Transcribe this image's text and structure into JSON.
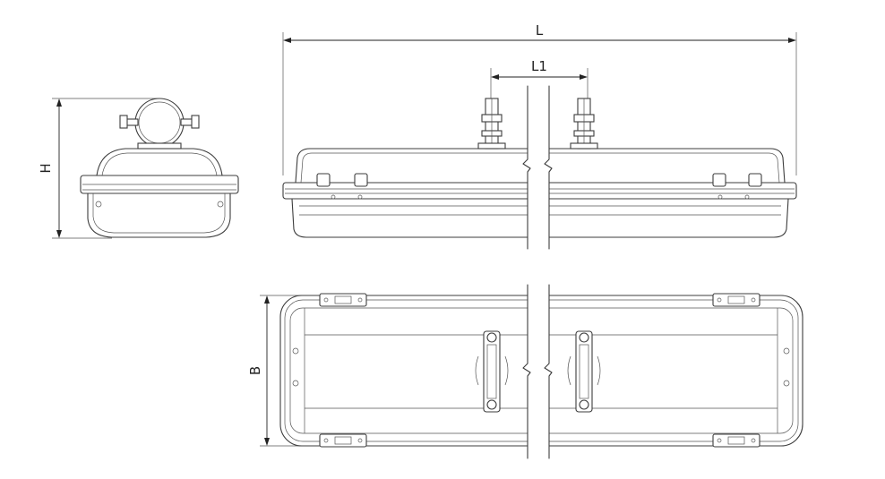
{
  "drawing": {
    "dimensions": {
      "length": "L",
      "mount_spacing": "L1",
      "height": "H",
      "width": "B"
    }
  }
}
